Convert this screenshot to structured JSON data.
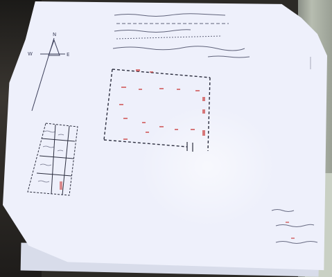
{
  "photo": {
    "subject": "",
    "compass": {
      "north": "N",
      "west": "W",
      "east": "E"
    },
    "ink_color": "#3c3f5a",
    "pencil_red": "#c44"
  }
}
